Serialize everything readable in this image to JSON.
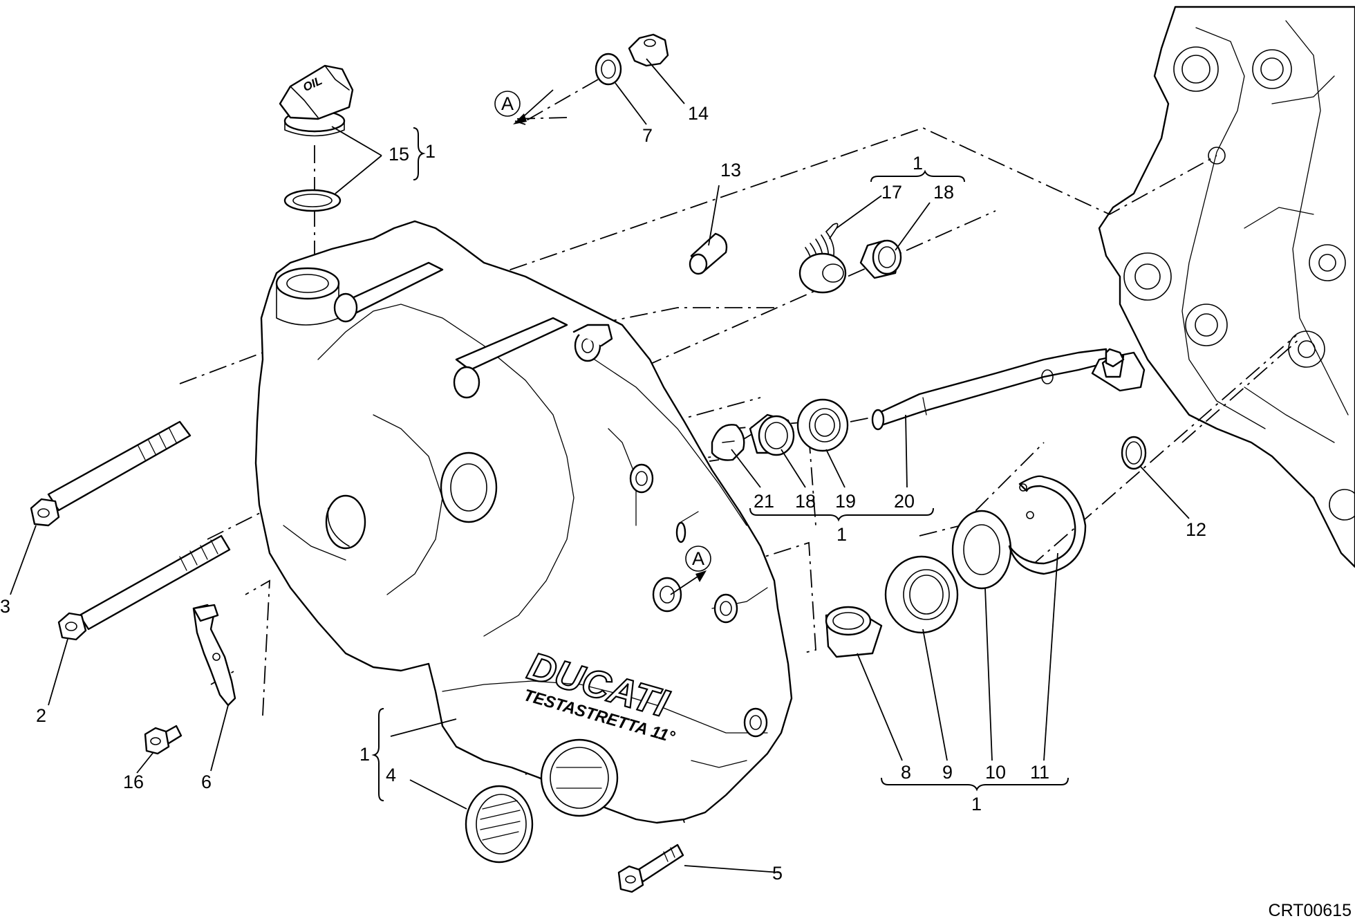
{
  "drawing_code": "CRT00615",
  "cover_logo": {
    "brand": "DUCATI",
    "engine": "TESTASTRETTA 11°"
  },
  "oil_cap_text": "OIL",
  "callouts": [
    {
      "id": "c1a",
      "text": "1"
    },
    {
      "id": "c1b",
      "text": "1"
    },
    {
      "id": "c1c",
      "text": "1"
    },
    {
      "id": "c1d",
      "text": "1"
    },
    {
      "id": "c1e",
      "text": "1"
    },
    {
      "id": "c2",
      "text": "2"
    },
    {
      "id": "c3",
      "text": "3"
    },
    {
      "id": "c4",
      "text": "4"
    },
    {
      "id": "c5",
      "text": "5"
    },
    {
      "id": "c6",
      "text": "6"
    },
    {
      "id": "c7",
      "text": "7"
    },
    {
      "id": "c8",
      "text": "8"
    },
    {
      "id": "c9",
      "text": "9"
    },
    {
      "id": "c10",
      "text": "10"
    },
    {
      "id": "c11",
      "text": "11"
    },
    {
      "id": "c12",
      "text": "12"
    },
    {
      "id": "c13",
      "text": "13"
    },
    {
      "id": "c14",
      "text": "14"
    },
    {
      "id": "c15",
      "text": "15"
    },
    {
      "id": "c16",
      "text": "16"
    },
    {
      "id": "c17",
      "text": "17"
    },
    {
      "id": "c18a",
      "text": "18"
    },
    {
      "id": "c18b",
      "text": "18"
    },
    {
      "id": "c19",
      "text": "19"
    },
    {
      "id": "c20",
      "text": "20"
    },
    {
      "id": "c21",
      "text": "21"
    }
  ],
  "reference_markers": [
    {
      "id": "A1",
      "text": "A"
    },
    {
      "id": "A2",
      "text": "A"
    }
  ]
}
